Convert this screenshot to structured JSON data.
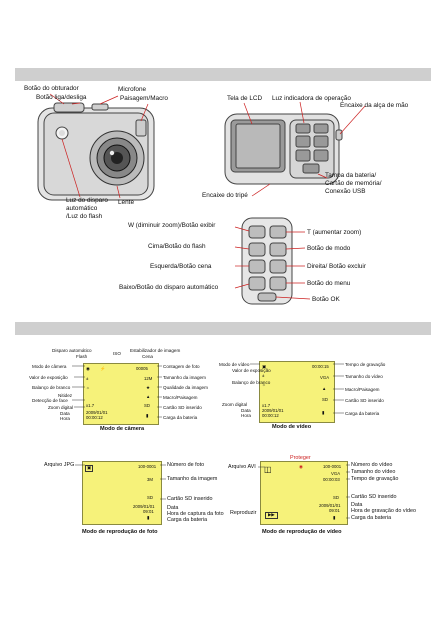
{
  "section_bar_top": "",
  "section_bar_mid": "",
  "camera": {
    "shutter_button": "Botão do obturador",
    "power_button": "Botão liga/desliga",
    "microphone": "Microfone",
    "landscape_macro": "Paisagem/Macro",
    "self_timer_light": "Luz do disparo",
    "self_timer_light_2": "automático",
    "self_timer_light_3": "/Luz do flash",
    "lens": "Lente",
    "lcd_screen": "Tela de LCD",
    "operation_light": "Luz indicadora de operação",
    "strap_mount": "Encaixe da alça de mão",
    "battery_cover": "Tampa da bateria/",
    "battery_cover_2": "Cartão de memória/",
    "battery_cover_3": "Conexão USB",
    "tripod": "Encaixe do tripé"
  },
  "buttons": {
    "zoom_out": "W (diminuir zoom)/Botão exibir",
    "zoom_in": "T (aumentar zoom)",
    "up_flash": "Cima/Botão do flash",
    "mode": "Botão de modo",
    "left_scene": "Esquerda/Botão cena",
    "right_delete": "Direita/ Botão excluir",
    "menu": "Botão do menu",
    "down_timer": "Baixo/Botão do disparo automático",
    "ok": "Botão OK"
  },
  "camera_mode": {
    "title": "Modo de câmera",
    "self_timer": "Disparo automático",
    "flash": "Flash",
    "iso": "ISO",
    "stabilizer": "Estabilizador de imagem",
    "scene": "Cena",
    "mode_camera": "Modo de câmera",
    "exposure": "Valor de exposição",
    "white_balance": "Balanço de branco",
    "sharpness": "Nitidez",
    "face_detect": "Detecção de face",
    "digital_zoom": "Zoom digital",
    "date": "Data",
    "time": "Hora",
    "photo_count": "Contagem de foto",
    "image_size": "Tamanho da imagem",
    "image_quality": "Qualidade da imagem",
    "macro": "Macro/Paisagem",
    "sd": "Cartão SD inserido",
    "battery": "Carga da bateria",
    "lcd_count": "00005",
    "lcd_size": "12M",
    "lcd_zoom": "x1.7",
    "lcd_date": "2009/01/01",
    "lcd_time": "00:00:12",
    "lcd_sd": "SD"
  },
  "video_mode": {
    "title": "Modo de vídeo",
    "mode_video": "Modo de vídeo",
    "exposure": "Valor de exposição",
    "white_balance": "Balanço de branco",
    "digital_zoom": "Zoom digital",
    "date": "Data",
    "time": "Hora",
    "rec_time": "Tempo de gravação",
    "video_size": "Tamanho do vídeo",
    "macro": "Macro/Paisagem",
    "sd": "Cartão SD inserido",
    "battery": "Carga da bateria",
    "lcd_rec": "00:00:15",
    "lcd_size": "VGA",
    "lcd_zoom": "x1.7",
    "lcd_date": "2009/01/01",
    "lcd_time": "00:00:12",
    "lcd_sd": "SD"
  },
  "photo_playback": {
    "title": "Modo de reprodução de foto",
    "jpg_file": "Arquivo JPG",
    "photo_number": "Número de foto",
    "image_size": "Tamanho da imagem",
    "sd": "Cartão SD inserido",
    "date": "Data",
    "capture_time": "Hora de captura da foto",
    "battery": "Carga da bateria",
    "lcd_number": "100-0001",
    "lcd_size": "3M",
    "lcd_sd": "SD",
    "lcd_date": "2009/01/01",
    "lcd_time": "09:01"
  },
  "video_playback": {
    "title": "Modo de reprodução de vídeo",
    "protect": "Proteger",
    "avi_file": "Arquivo AVI",
    "play": "Reproduzir",
    "video_number": "Número do vídeo",
    "video_size": "Tamanho do vídeo",
    "rec_time": "Tempo de gravação",
    "sd": "Cartão SD inserido",
    "date": "Data",
    "rec_hour": "Hora de gravação do vídeo",
    "battery": "Carga da bateria",
    "lcd_number": "100-0001",
    "lcd_size": "VGA",
    "lcd_rec": "00:00:03",
    "lcd_sd": "SD",
    "lcd_date": "2009/01/01",
    "lcd_time": "09:01"
  },
  "colors": {
    "lcd_yellow": "#f6f27a",
    "pointer_red": "#cc2222",
    "bar_gray": "#cfcfcf"
  }
}
